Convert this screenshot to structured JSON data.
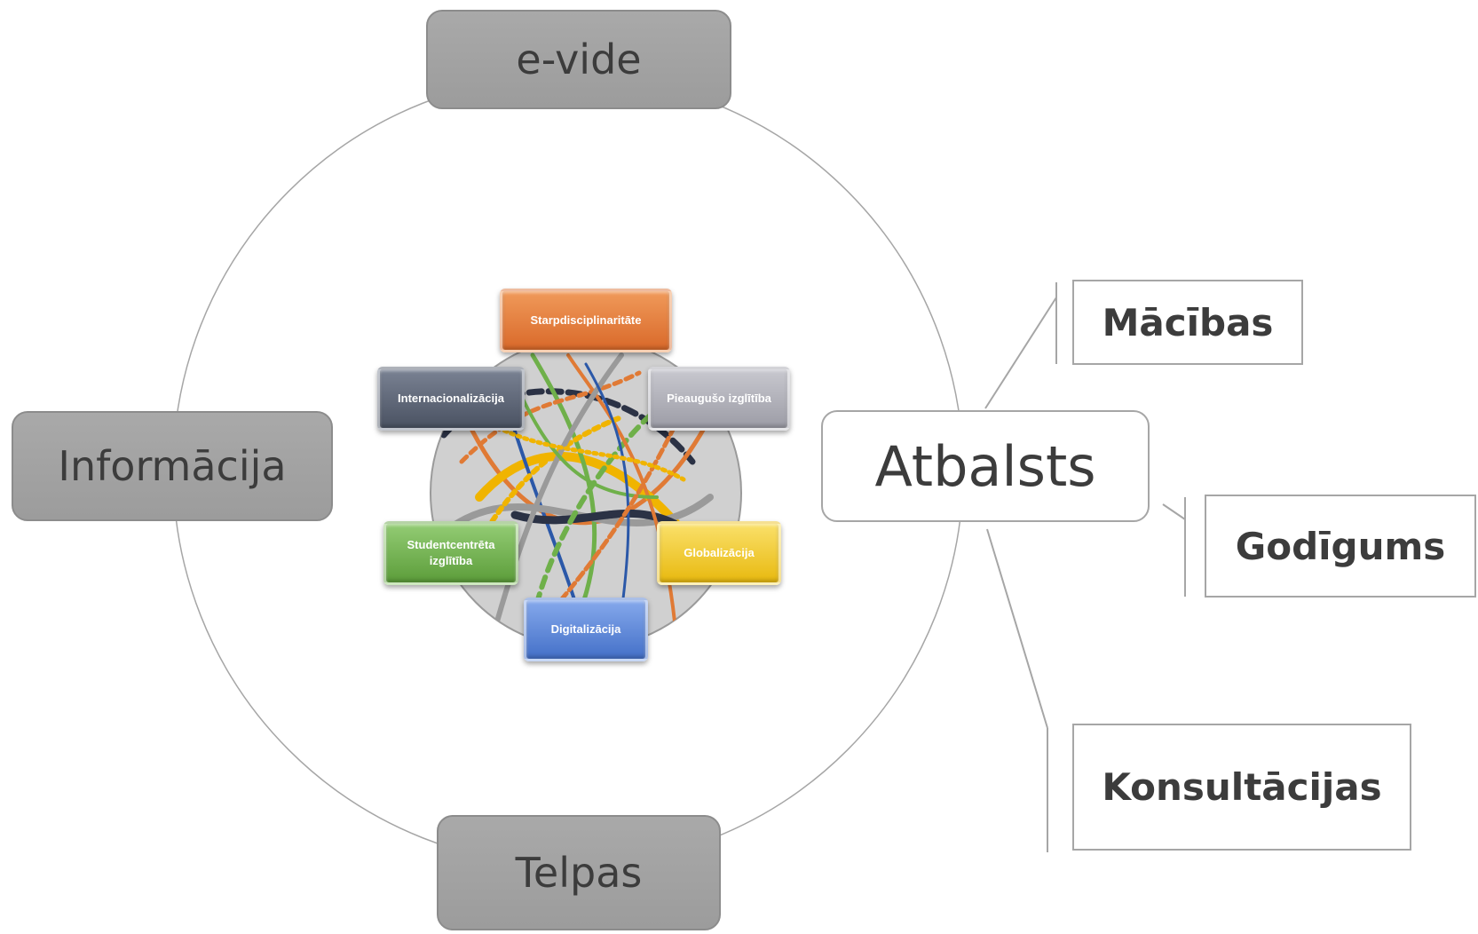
{
  "ring": {
    "top_label": "e-vide",
    "left_label": "Informācija",
    "bottom_label": "Telpas",
    "center_right_label": "Atbalsts"
  },
  "support_branches": {
    "item1": "Mācības",
    "item2": "Godīgums",
    "item3": "Konsultācijas"
  },
  "hub": {
    "top": "Starpdisciplinaritāte",
    "top_left": "Internacionalizācija",
    "top_right": "Pieaugušo izglītība",
    "bottom_left": "Studentcentrēta izglītība",
    "bottom_right": "Globalizācija",
    "bottom": "Digitalizācija"
  },
  "colors": {
    "ring_box": "#a5a5a5",
    "starp": "#e07a35",
    "intern": "#5a6272",
    "pieaug": "#a9a9b0",
    "student": "#6fb04a",
    "global": "#f0c419",
    "digital": "#4f7fd4"
  }
}
